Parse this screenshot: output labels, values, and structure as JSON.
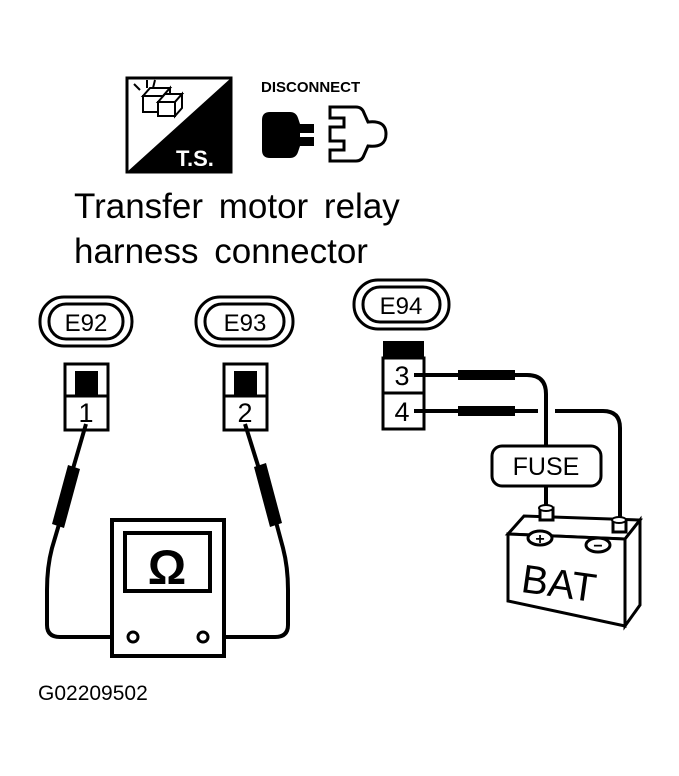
{
  "header": {
    "ts_label": "T.S.",
    "disconnect_label": "DISCONNECT",
    "title_line1": "Transfer motor relay",
    "title_line2": "harness connector"
  },
  "connectors": [
    {
      "id": "E92",
      "pin": "1"
    },
    {
      "id": "E93",
      "pin": "2"
    },
    {
      "id": "E94",
      "pins": [
        "3",
        "4"
      ]
    }
  ],
  "meter": {
    "symbol": "Ω"
  },
  "fuse": {
    "label": "FUSE"
  },
  "battery": {
    "label": "BAT",
    "positive": "+",
    "negative": "−"
  },
  "figure_code": "G02209502",
  "colors": {
    "ink": "#000000",
    "paper": "#ffffff"
  }
}
